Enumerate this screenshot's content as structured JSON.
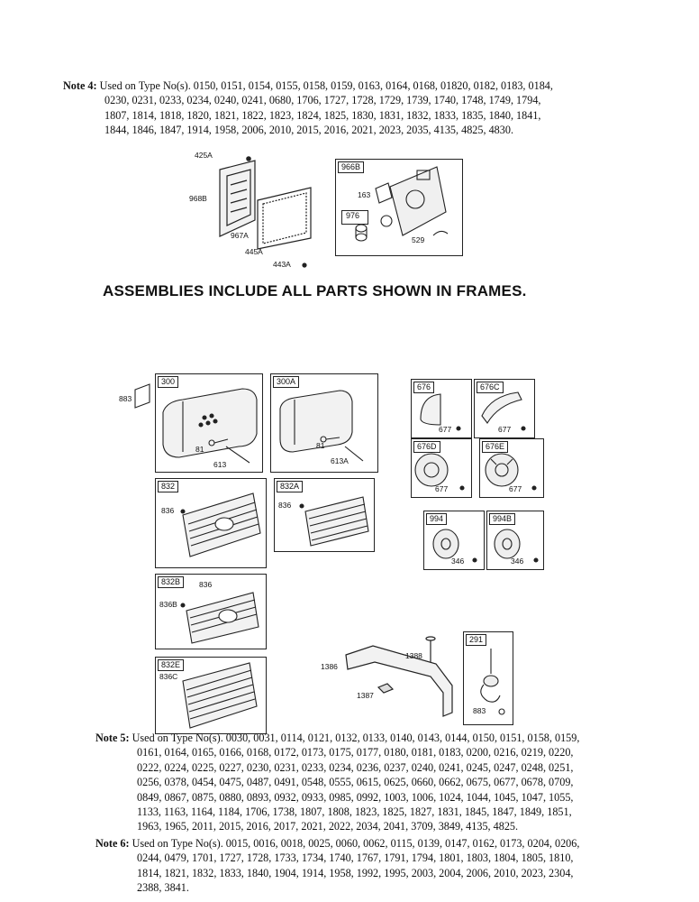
{
  "note4": {
    "label": "Note 4:",
    "text": "Used on Type No(s). 0150, 0151, 0154, 0155, 0158, 0159, 0163, 0164, 0168, 01820, 0182, 0183, 0184, 0230, 0231, 0233, 0234, 0240, 0241, 0680, 1706, 1727, 1728, 1729, 1739, 1740, 1748, 1749, 1794, 1807, 1814, 1818, 1820, 1821, 1822, 1823, 1824, 1825, 1830, 1831, 1832, 1833, 1835, 1840, 1841, 1844, 1846, 1847, 1914, 1958, 2006, 2010, 2015, 2016, 2021, 2023, 2035, 4135, 4825, 4830."
  },
  "heading": "ASSEMBLIES INCLUDE ALL PARTS SHOWN IN FRAMES.",
  "parts": {
    "p425A": "425A",
    "p968B": "968B",
    "p967A": "967A",
    "p445A": "445A",
    "p443A": "443A",
    "p966B": "966B",
    "p163": "163",
    "p976": "976",
    "p529": "529",
    "p883a": "883",
    "p300": "300",
    "p81a": "81",
    "p613": "613",
    "p300A": "300A",
    "p81b": "81",
    "p613A": "613A",
    "p676": "676",
    "p677a": "677",
    "p676C": "676C",
    "p677b": "677",
    "p676D": "676D",
    "p677c": "677",
    "p676E": "676E",
    "p677d": "677",
    "p832": "832",
    "p836a": "836",
    "p832A": "832A",
    "p836b": "836",
    "p994": "994",
    "p346a": "346",
    "p994B": "994B",
    "p346b": "346",
    "p832B": "832B",
    "p836c": "836",
    "p836B": "836B",
    "p832E": "832E",
    "p836C": "836C",
    "p1388": "1388",
    "p1386": "1386",
    "p1387": "1387",
    "p291": "291",
    "p883b": "883"
  },
  "note5": {
    "label": "Note 5:",
    "text": "Used on Type No(s). 0030, 0031, 0114, 0121, 0132, 0133, 0140, 0143, 0144, 0150, 0151, 0158, 0159, 0161, 0164, 0165, 0166, 0168, 0172, 0173, 0175, 0177, 0180, 0181, 0183, 0200, 0216, 0219, 0220, 0222, 0224, 0225, 0227, 0230, 0231, 0233, 0234, 0236, 0237, 0240, 0241, 0245, 0247, 0248, 0251, 0256, 0378, 0454, 0475, 0487, 0491, 0548, 0555, 0615, 0625, 0660, 0662, 0675, 0677, 0678, 0709, 0849, 0867, 0875, 0880, 0893, 0932, 0933, 0985, 0992, 1003, 1006, 1024, 1044, 1045, 1047, 1055, 1133, 1163, 1164, 1184, 1706, 1738, 1807, 1808, 1823, 1825, 1827, 1831, 1845, 1847, 1849, 1851, 1963, 1965, 2011, 2015, 2016, 2017, 2021, 2022, 2034, 2041, 3709, 3849, 4135, 4825."
  },
  "note6": {
    "label": "Note 6:",
    "text": "Used on Type No(s). 0015, 0016, 0018, 0025, 0060, 0062, 0115, 0139, 0147, 0162, 0173, 0204, 0206, 0244, 0479, 1701, 1727, 1728, 1733, 1734, 1740, 1767, 1791, 1794, 1801, 1803, 1804, 1805, 1810, 1814, 1821, 1832, 1833, 1840, 1904, 1914, 1958, 1992, 1995, 2003, 2004, 2006, 2010, 2023, 2304, 2388, 3841."
  }
}
